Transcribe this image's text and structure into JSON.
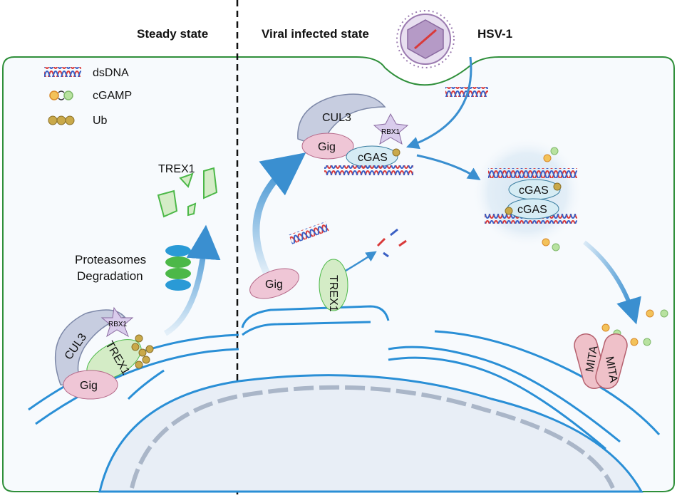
{
  "headers": {
    "steady": "Steady state",
    "infected": "Viral infected state",
    "virus": "HSV-1"
  },
  "legend": [
    {
      "icon": "dsdna-icon",
      "label": "dsDNA"
    },
    {
      "icon": "cgamp-icon",
      "label": "cGAMP"
    },
    {
      "icon": "ubiquitin-icon",
      "label": "Ub"
    }
  ],
  "labels": {
    "trex1_fragments": "TREX1",
    "proteasomes": "Proteasomes",
    "degradation": "Degradation",
    "cul3": "CUL3",
    "rbx1": "RBX1",
    "gig": "Gig",
    "trex1": "TREX1",
    "cgas": "cGAS",
    "mita": "MITA",
    "ub": "Ub"
  },
  "colors": {
    "cell_border": "#2f8f3a",
    "cell_fill": "#f7fafd",
    "membrane": "#2a8fd6",
    "dna_red": "#d93a3a",
    "dna_blue": "#3a5fc4",
    "gig": "#efc6d6",
    "trex1": "#d4ecc6",
    "cul3": "#c7cde0",
    "rbx1": "#d9ccec",
    "cgas": "#d6ecf4",
    "mita": "#efc1c9",
    "virus": "#b59ac6",
    "arrow": "#3a8fd0"
  }
}
